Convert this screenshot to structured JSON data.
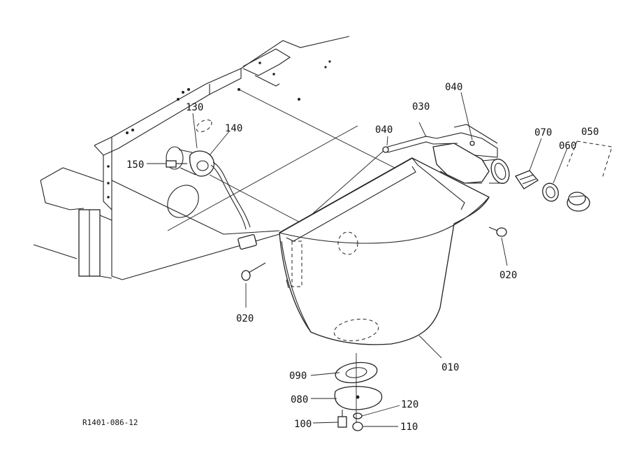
{
  "drawing_code": "R1401-086-12",
  "callouts": {
    "p010": "010",
    "p020a": "020",
    "p020b": "020",
    "p030": "030",
    "p040a": "040",
    "p040b": "040",
    "p050": "050",
    "p060": "060",
    "p070": "070",
    "p080": "080",
    "p090": "090",
    "p100": "100",
    "p110": "110",
    "p120": "120",
    "p130": "130",
    "p140": "140",
    "p150": "150"
  }
}
